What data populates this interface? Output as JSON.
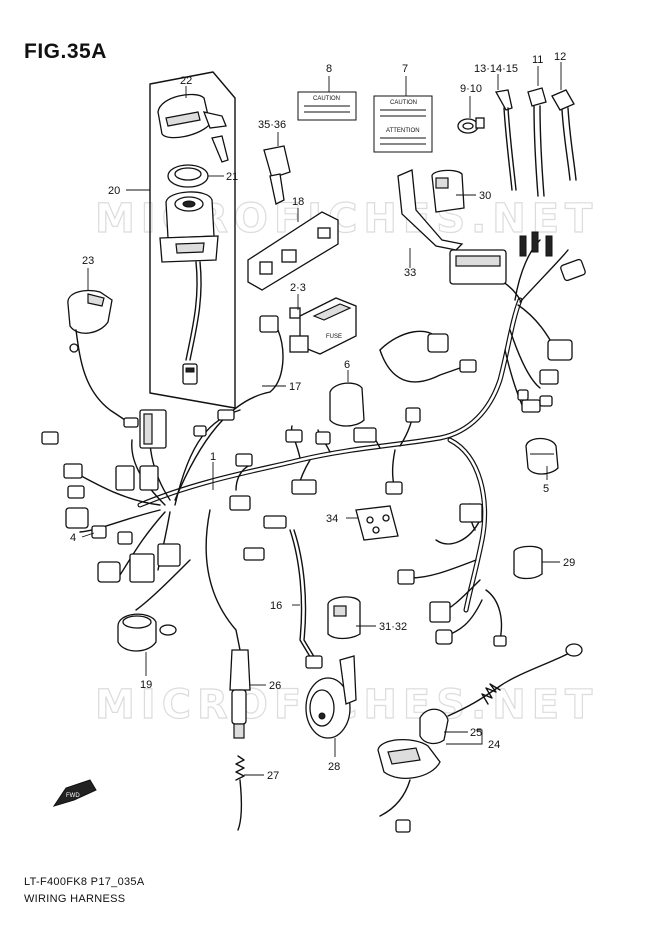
{
  "figure": {
    "title": "FIG.35A",
    "model_code": "LT-F400FK8 P17_035A",
    "name": "WIRING HARNESS",
    "watermark": "MICROFICHES.NET"
  },
  "labels": {
    "caution_tag": "CAUTION",
    "attention_tag": "ATTENTION",
    "fwd_arrow": "FWD",
    "fuse_text": "FUSE"
  },
  "callouts": [
    {
      "id": "c1",
      "text": "1"
    },
    {
      "id": "c2-3",
      "text": "2·3"
    },
    {
      "id": "c4",
      "text": "4"
    },
    {
      "id": "c5",
      "text": "5"
    },
    {
      "id": "c6",
      "text": "6"
    },
    {
      "id": "c7",
      "text": "7"
    },
    {
      "id": "c8",
      "text": "8"
    },
    {
      "id": "c9-10",
      "text": "9·10"
    },
    {
      "id": "c11",
      "text": "11"
    },
    {
      "id": "c12",
      "text": "12"
    },
    {
      "id": "c13-14-15",
      "text": "13·14·15"
    },
    {
      "id": "c16",
      "text": "16"
    },
    {
      "id": "c17",
      "text": "17"
    },
    {
      "id": "c18",
      "text": "18"
    },
    {
      "id": "c19",
      "text": "19"
    },
    {
      "id": "c20",
      "text": "20"
    },
    {
      "id": "c21",
      "text": "21"
    },
    {
      "id": "c22",
      "text": "22"
    },
    {
      "id": "c23",
      "text": "23"
    },
    {
      "id": "c24",
      "text": "24"
    },
    {
      "id": "c25",
      "text": "25"
    },
    {
      "id": "c26",
      "text": "26"
    },
    {
      "id": "c27",
      "text": "27"
    },
    {
      "id": "c28",
      "text": "28"
    },
    {
      "id": "c29",
      "text": "29"
    },
    {
      "id": "c30",
      "text": "30"
    },
    {
      "id": "c31-32",
      "text": "31·32"
    },
    {
      "id": "c33",
      "text": "33"
    },
    {
      "id": "c34",
      "text": "34"
    },
    {
      "id": "c35-36",
      "text": "35·36"
    }
  ]
}
